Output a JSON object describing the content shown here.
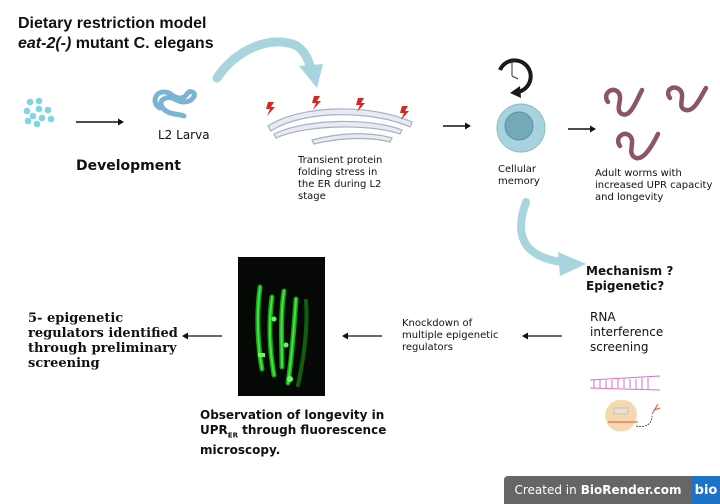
{
  "title": {
    "line1": "Dietary restriction model",
    "line2_italic": "eat-2(-)",
    "line2_rest": " mutant C. elegans"
  },
  "steps": {
    "larva_label": "L2 Larva",
    "development_label": "Development",
    "er_stress_label": [
      "Transient protein",
      "folding stress in",
      "the ER during L2",
      "stage"
    ],
    "cellular_memory_label": [
      "Cellular",
      "memory"
    ],
    "adult_worms_label": [
      "Adult worms with",
      "increased UPR capacity",
      "and longevity"
    ],
    "mechanism_label": [
      "Mechanism ?",
      "Epigenetic?"
    ],
    "rnai_label": [
      "RNA",
      "interference",
      "screening"
    ],
    "knockdown_label": [
      "Knockdown of",
      "multiple epigenetic",
      "regulators"
    ],
    "observation_label": {
      "line1": "Observation of longevity in",
      "line2_pre": "UPR",
      "line2_sub": "ER",
      "line2_post": " through fluorescence",
      "line3": "microscopy."
    },
    "result_label": [
      "5- epigenetic",
      "regulators identified",
      "through preliminary",
      "screening"
    ]
  },
  "icons": {
    "eggs": "egg-cluster-icon",
    "larva": "larva-worm-icon",
    "er": "endoplasmic-reticulum-icon",
    "stress": "lightning-bolt-icon",
    "clock": "clock-cycle-icon",
    "cell": "cell-icon",
    "worms": "adult-worm-icon",
    "rnai": "rnai-complex-icon",
    "microscopy": "fluorescence-image"
  },
  "colors": {
    "accent_arrow": "#a8d4de",
    "egg": "#7fd6e3",
    "larva": "#7ab3d6",
    "stress": "#d42a20",
    "worm": "#8b5565",
    "cell_outer": "#a6d3df",
    "cell_inner": "#74a9b9",
    "fluorescence": "#2bd62b"
  },
  "footer": {
    "prefix": "Created in",
    "brand": "BioRender.com",
    "logo": "bio"
  }
}
